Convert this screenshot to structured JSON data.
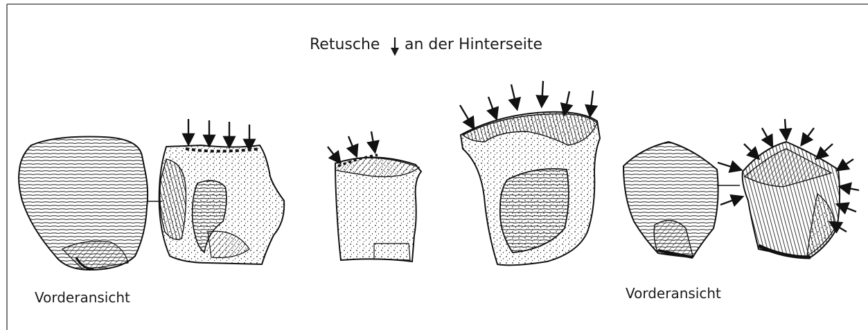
{
  "title": {
    "before": "Retusche",
    "after": "an der Hinterseite",
    "arrow_icon": "down-arrow-icon"
  },
  "labels": {
    "left_view": "Vorderansicht",
    "right_view": "Vorderansicht"
  },
  "colors": {
    "ink": "#1a1a1a",
    "background": "#ffffff"
  }
}
